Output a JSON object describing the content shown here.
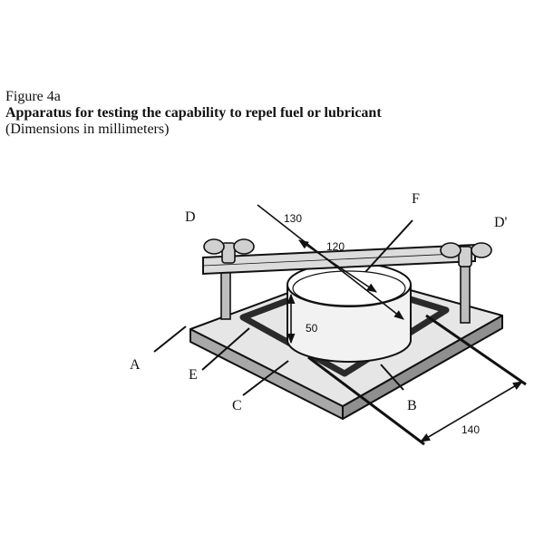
{
  "caption": {
    "figure_number": "Figure 4a",
    "title": "Apparatus for testing the capability to repel fuel or lubricant",
    "subtitle": "(Dimensions in millimeters)"
  },
  "figure": {
    "part_labels": {
      "A": "A",
      "B": "B",
      "C": "C",
      "D": "D",
      "D_prime": "D'",
      "E": "E",
      "F": "F"
    },
    "dimensions": {
      "top_diameter_outer": "130",
      "top_diameter_inner": "120",
      "height": "50",
      "base_width": "140"
    }
  }
}
